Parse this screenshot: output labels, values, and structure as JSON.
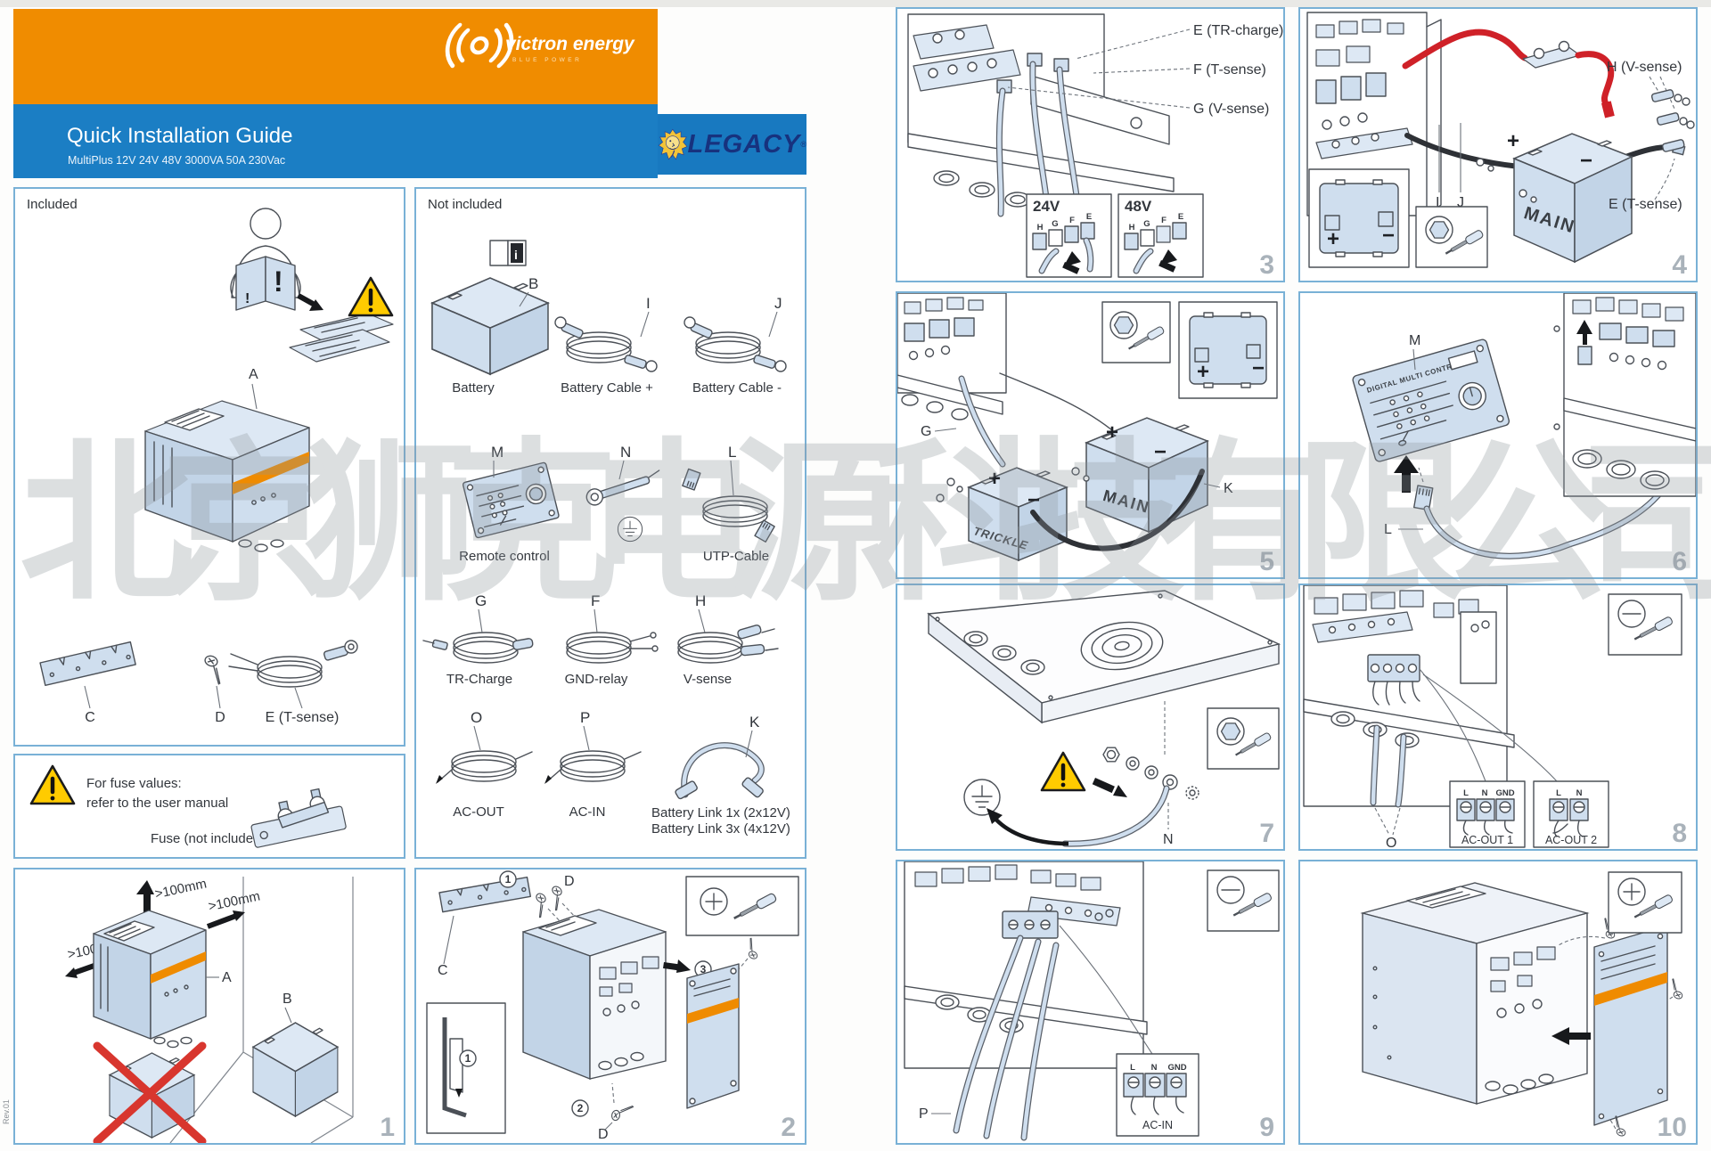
{
  "colors": {
    "victron_orange": "#F08C00",
    "victron_blue": "#1B7EC4",
    "legacy_blue": "#1879C0",
    "legacy_text": "#17327E",
    "panel_border": "#79B1D6",
    "diagram_fill": "#CFDEEE",
    "warning_yellow": "#FFCB00",
    "error_red": "#D8362E",
    "cable_red": "#CF2128"
  },
  "page": {
    "watermark": "北京狮克电源科技有限公司",
    "rev_note": "Rev.01",
    "warning_mark": "!"
  },
  "header": {
    "brand": "victron energy",
    "brand_tagline": "BLUE POWER",
    "title": "Quick Installation Guide",
    "subtitle": "MultiPlus 12V 24V 48V 3000VA 50A 230Vac",
    "partner_logo": "LEGACY",
    "partner_reg": "®"
  },
  "included": {
    "title": "Included",
    "label_a": "A",
    "label_c": "C",
    "label_d": "D",
    "label_e": "E (T-sense)"
  },
  "fuse_note": {
    "line1": "For fuse values:",
    "line2": "refer to the user manual",
    "fuse_caption": "Fuse (not included)"
  },
  "not_included": {
    "title": "Not included",
    "battery": {
      "key": "B",
      "caption": "Battery"
    },
    "cable_plus": {
      "key": "I",
      "caption": "Battery Cable +"
    },
    "cable_minus": {
      "key": "J",
      "caption": "Battery Cable -"
    },
    "remote": {
      "key": "M",
      "caption": "Remote control"
    },
    "ground_lug": {
      "key": "N"
    },
    "utp": {
      "key": "L",
      "caption": "UTP-Cable"
    },
    "tr_charge": {
      "key": "G",
      "caption": "TR-Charge"
    },
    "gnd_relay": {
      "key": "F",
      "caption": "GND-relay"
    },
    "v_sense": {
      "key": "H",
      "caption": "V-sense"
    },
    "ac_out": {
      "key": "O",
      "caption": "AC-OUT"
    },
    "ac_in": {
      "key": "P",
      "caption": "AC-IN"
    },
    "battery_link": {
      "key": "K",
      "caption_line1": "Battery Link 1x (2x12V)",
      "caption_line2": "Battery Link 3x (4x12V)"
    }
  },
  "step1": {
    "num": "1",
    "clearance_top": ">100mm",
    "clearance_right": ">100mm",
    "clearance_left": ">100mm",
    "label_a": "A",
    "label_b": "B"
  },
  "step2": {
    "num": "2",
    "label_c": "C",
    "label_d_top": "D",
    "label_d_bottom": "D",
    "circ1": "1",
    "circ2": "2",
    "circ3": "3"
  },
  "step3": {
    "num": "3",
    "label_e": "E (TR-charge)",
    "label_f": "F (T-sense)",
    "label_g": "G (V-sense)",
    "inset24": {
      "title": "24V",
      "pins": [
        "H",
        "G",
        "F",
        "E"
      ]
    },
    "inset48": {
      "title": "48V",
      "pins": [
        "H",
        "G",
        "F",
        "E"
      ]
    }
  },
  "step4": {
    "num": "4",
    "label_h": "H (V-sense)",
    "label_i": "I",
    "label_j": "J",
    "label_e": "E (T-sense)",
    "battery_name": "MAIN",
    "plus": "+",
    "minus": "−"
  },
  "step5": {
    "num": "5",
    "label_g": "G",
    "label_k": "K",
    "battery_main": "MAIN",
    "battery_trickle": "TRICKLE",
    "plus": "+",
    "minus": "−"
  },
  "step6": {
    "num": "6",
    "label_m": "M",
    "label_l": "L",
    "remote_title": "DIGITAL MULTI CONTROL"
  },
  "step7": {
    "num": "7",
    "label_n": "N"
  },
  "step8": {
    "num": "8",
    "label_o": "O",
    "inset_out1": {
      "title": "AC-OUT 1",
      "pins": [
        "L",
        "N",
        "GND"
      ]
    },
    "inset_out2": {
      "title": "AC-OUT 2",
      "pins": [
        "L",
        "N"
      ]
    }
  },
  "step9": {
    "num": "9",
    "label_p": "P",
    "inset_in": {
      "title": "AC-IN",
      "pins": [
        "L",
        "N",
        "GND"
      ]
    }
  },
  "step10": {
    "num": "10"
  }
}
